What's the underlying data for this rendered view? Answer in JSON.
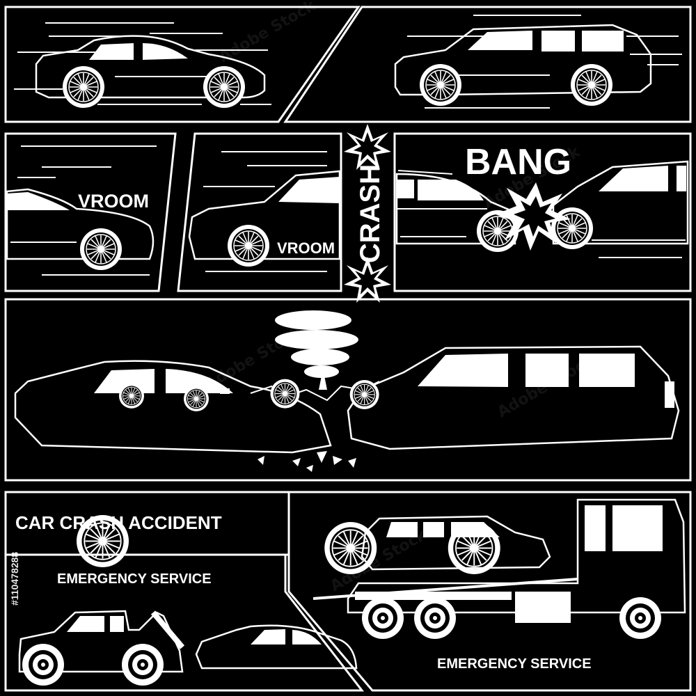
{
  "colors": {
    "background": "#000000",
    "ink": "#ffffff"
  },
  "sound_effects": {
    "vroom_1": "VROOM",
    "vroom_2": "VROOM",
    "crash": "CRASH",
    "bang": "BANG"
  },
  "captions": {
    "title": "CAR CRASH ACCIDENT",
    "emergency_left": "EMERGENCY SERVICE",
    "emergency_right": "EMERGENCY SERVICE"
  },
  "stock_id": "#110478288",
  "watermark": "Adobe Stock"
}
